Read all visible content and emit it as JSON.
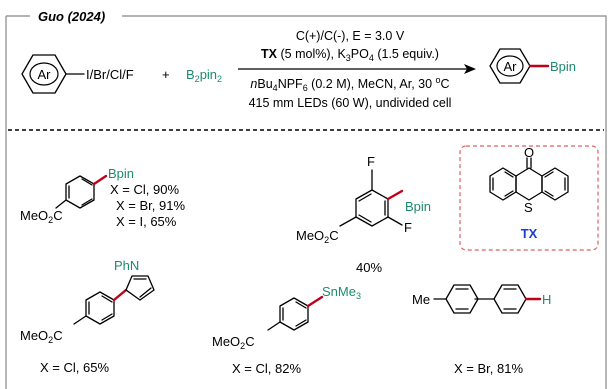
{
  "header": {
    "title": "Guo (2024)"
  },
  "reaction": {
    "ar_label": "Ar",
    "halide_label": "I/Br/Cl/F",
    "plus": "+",
    "reagent": "B",
    "reagent_sub": "2",
    "reagent_tail": "pin",
    "reagent_sub2": "2",
    "cond_line1": "C(+)/C(-), E = 3.0 V",
    "cond_line2_bold": "TX",
    "cond_line2_a": " (5 mol%), K",
    "cond_line2_sub1": "3",
    "cond_line2_b": "PO",
    "cond_line2_sub2": "4",
    "cond_line2_c": " (1.5 equiv.)",
    "cond_line3_a": "n",
    "cond_line3_b": "Bu",
    "cond_line3_sub1": "4",
    "cond_line3_c": "NPF",
    "cond_line3_sub2": "6",
    "cond_line3_d": " (0.2 M), MeCN, Ar, 30 ",
    "cond_line3_sup": "o",
    "cond_line3_e": "C",
    "cond_line4": "415 mm LEDs (60 W), undivided cell",
    "product_label": "Bpin"
  },
  "products": {
    "p1": {
      "bpin": "Bpin",
      "meo": "MeO",
      "meo_sub": "2",
      "meo_tail": "C",
      "y1": "X = Cl, 90%",
      "y2": "X = Br, 91%",
      "y3": "X = I, 65%"
    },
    "p2": {
      "f1": "F",
      "f2": "F",
      "bpin": "Bpin",
      "meo": "MeO",
      "meo_sub": "2",
      "meo_tail": "C",
      "yield": "40%"
    },
    "tx": {
      "o": "O",
      "s": "S",
      "label": "TX"
    },
    "p3": {
      "phn": "PhN",
      "meo": "MeO",
      "meo_sub": "2",
      "meo_tail": "C",
      "yield": "X = Cl, 65%"
    },
    "p4": {
      "sn": "SnMe",
      "sn_sub": "3",
      "meo": "MeO",
      "meo_sub": "2",
      "meo_tail": "C",
      "yield": "X = Cl, 82%"
    },
    "p5": {
      "me": "Me",
      "h": "H",
      "yield": "X = Br, 81%"
    }
  },
  "colors": {
    "accent_green": "#1e8a6e",
    "bond_red": "#c0001a",
    "tx_blue": "#1a3fc8",
    "box_red": "#e06060"
  }
}
